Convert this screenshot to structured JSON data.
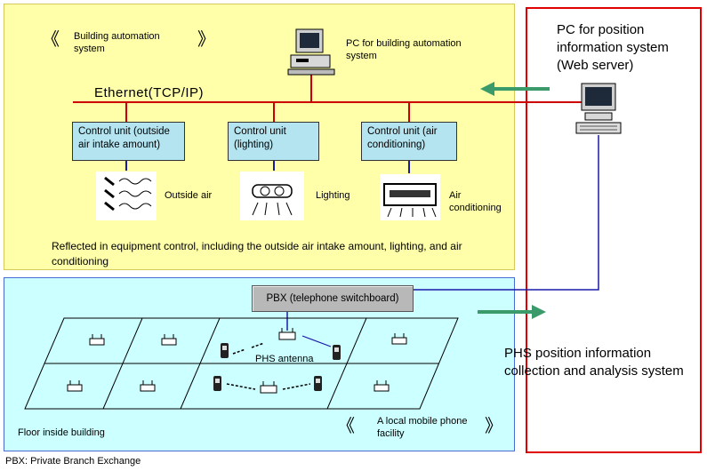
{
  "bas": {
    "title_open": "《",
    "title": "Building automation system",
    "title_close": "》",
    "pc_label": "PC for building automation system",
    "ethernet": "Ethernet(TCP/IP)",
    "control_units": [
      {
        "label": "Control unit (outside air intake amount)",
        "device": "Outside air"
      },
      {
        "label": "Control unit (lighting)",
        "device": "Lighting"
      },
      {
        "label": "Control unit (air conditioning)",
        "device": "Air conditioning"
      }
    ],
    "note": "Reflected in equipment control, including the outside air intake amount, lighting, and air conditioning"
  },
  "server": {
    "label": "PC for position information system (Web server)"
  },
  "phs": {
    "pbx": "PBX (telephone switchboard)",
    "antenna": "PHS antenna",
    "floor": "Floor inside building",
    "facility_open": "《",
    "facility": "A local mobile phone facility",
    "facility_close": "》",
    "system": "PHS position information collection and analysis system"
  },
  "footnote": "PBX: Private Branch Exchange",
  "colors": {
    "bas_bg": "#ffffaa",
    "phs_bg": "#ccffff",
    "ethernet_line": "#cc0000",
    "signal_line": "#1a1aaa",
    "arrow": "#3a9a6a",
    "frame": "#e00000"
  }
}
